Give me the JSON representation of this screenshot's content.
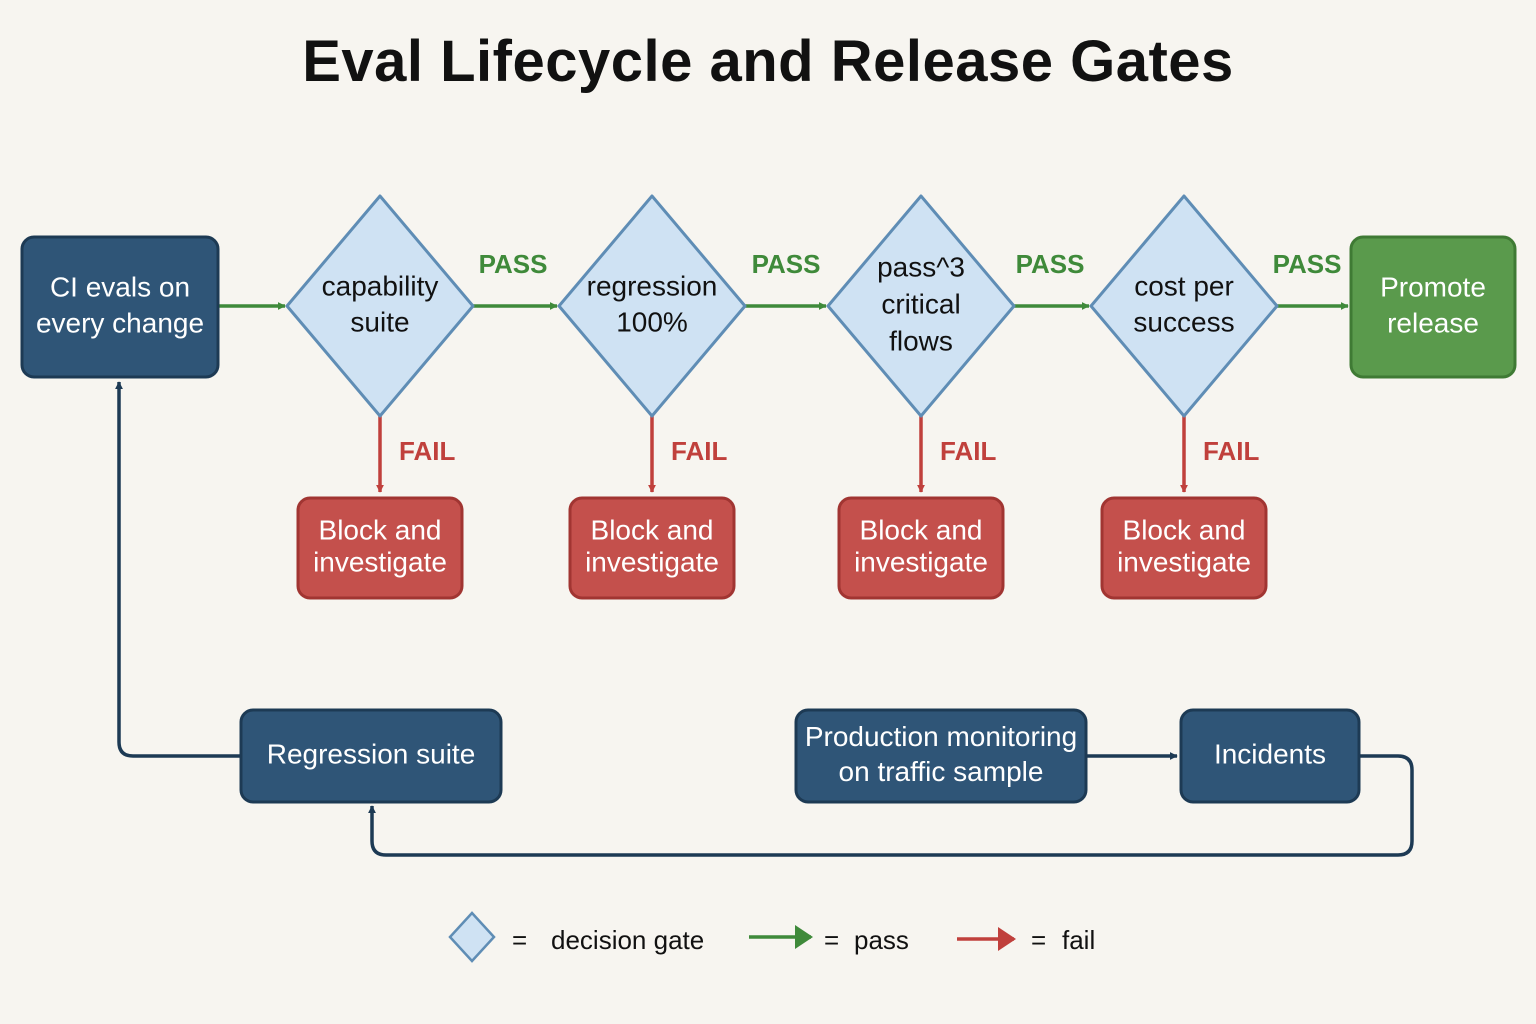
{
  "title": "Eval Lifecycle and Release Gates",
  "colors": {
    "process_fill": "#2f5577",
    "process_stroke": "#1d3a54",
    "gate_fill": "#cfe2f3",
    "gate_stroke": "#5f8db5",
    "block_fill": "#c4504c",
    "block_stroke": "#a13532",
    "promote_fill": "#5a9a4c",
    "promote_stroke": "#3f7a34",
    "pass": "#3f8a3a",
    "fail": "#c0403c",
    "loop": "#1d3a54"
  },
  "start": {
    "lines": [
      "CI evals on",
      "every change"
    ]
  },
  "gates": [
    {
      "lines": [
        "capability",
        "suite"
      ]
    },
    {
      "lines": [
        "regression",
        "100%"
      ]
    },
    {
      "lines": [
        "pass^3",
        "critical",
        "flows"
      ]
    },
    {
      "lines": [
        "cost per",
        "success"
      ]
    }
  ],
  "pass_label": "PASS",
  "fail_label": "FAIL",
  "block": {
    "lines": [
      "Block and",
      "investigate"
    ]
  },
  "promote": {
    "lines": [
      "Promote",
      "release"
    ]
  },
  "regression_suite": {
    "lines": [
      "Regression suite"
    ]
  },
  "monitoring": {
    "lines": [
      "Production monitoring",
      "on traffic sample"
    ]
  },
  "incidents": {
    "lines": [
      "Incidents"
    ]
  },
  "legend": {
    "gate_eq": "=",
    "gate_text": "decision gate",
    "pass_eq": "=",
    "pass_text": "pass",
    "fail_eq": "=",
    "fail_text": "fail",
    "gate_icon": "diamond-icon",
    "pass_icon": "green-arrow-icon",
    "fail_icon": "red-arrow-icon"
  }
}
